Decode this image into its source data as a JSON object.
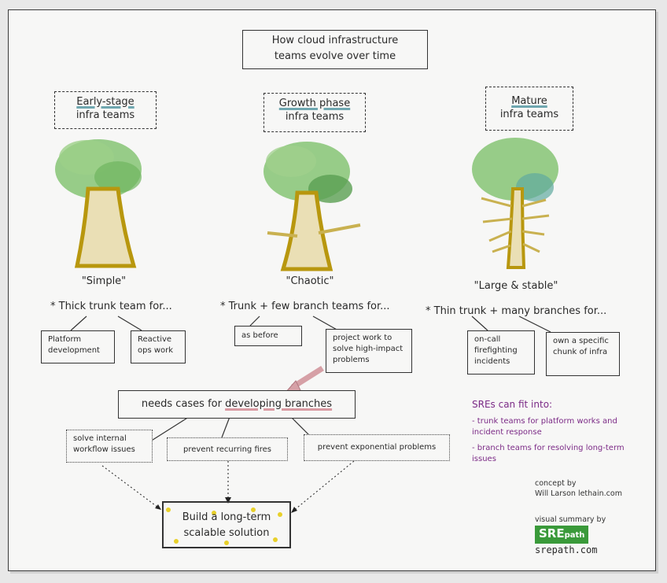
{
  "title": {
    "line1": "How cloud infrastructure",
    "line2": "teams evolve over time"
  },
  "stages": [
    {
      "label_highlight": "Early-stage",
      "label_rest": "infra teams",
      "tree_label": "\"Simple\"",
      "bullet": "* Thick trunk team for...",
      "items": [
        "Platform development",
        "Reactive ops work"
      ]
    },
    {
      "label_highlight": "Growth phase",
      "label_rest": "infra teams",
      "tree_label": "\"Chaotic\"",
      "bullet": "* Trunk + few branch teams for...",
      "items": [
        "as before",
        "project work to solve high-impact problems"
      ]
    },
    {
      "label_highlight": "Mature",
      "label_rest": "infra teams",
      "tree_label": "\"Large & stable\"",
      "bullet": "* Thin trunk + many branches for...",
      "items": [
        "on-call firefighting incidents",
        "own a specific chunk of infra"
      ]
    }
  ],
  "needs": {
    "prefix": "needs cases for ",
    "highlight": "developing branches"
  },
  "cases": [
    "solve internal workflow issues",
    "prevent recurring fires",
    "prevent exponential problems"
  ],
  "solution": {
    "line1": "Build a long-term",
    "line2": "scalable solution"
  },
  "sre": {
    "heading": "SREs can fit into:",
    "items": [
      "- trunk teams for platform works and incident response",
      "- branch teams for resolving long-term issues"
    ]
  },
  "credits": {
    "concept_label": "concept by",
    "concept_name": "Will Larson lethain.com",
    "visual_label": "visual summary by",
    "logo_text": "SRE",
    "logo_sub": "path",
    "site": "srepath.com"
  },
  "colors": {
    "trunk": "#b8970e",
    "trunk_fill": "#eadfb5",
    "foliage": "#7fbf6a",
    "foliage_dark": "#5a9f52",
    "highlight_teal": "#6fa7b0",
    "highlight_pink": "#d99aa2",
    "arrow": "#d6a0a6",
    "sre_purple": "#7b2a86",
    "logo_green": "#3a9a3a",
    "star": "#e8d02a"
  }
}
